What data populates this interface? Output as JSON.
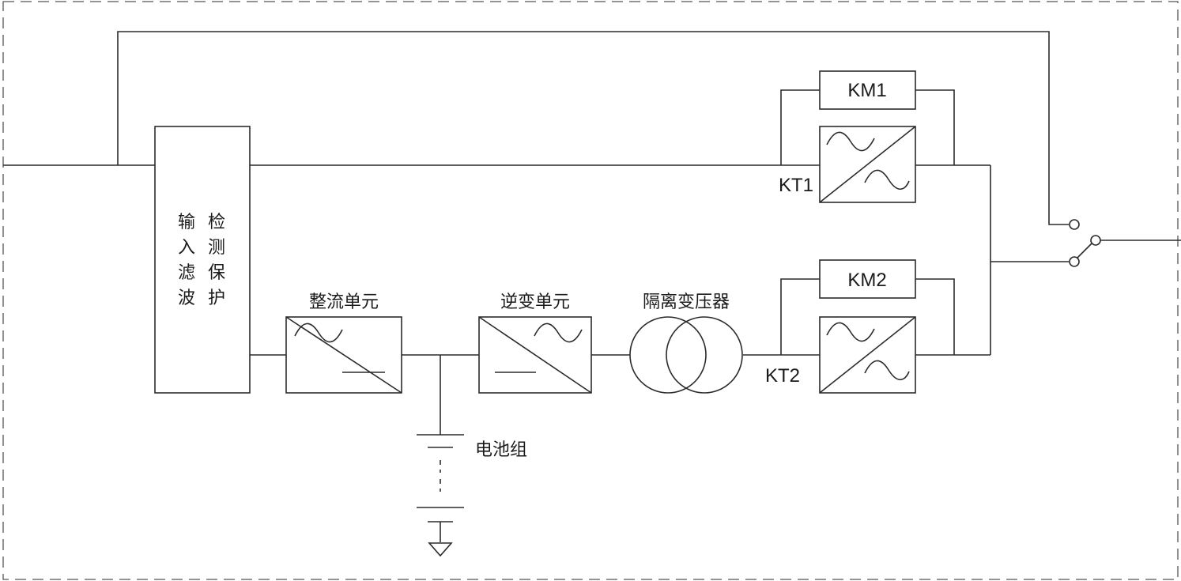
{
  "diagram": {
    "input_module": {
      "col1": [
        "输",
        "入",
        "滤",
        "波"
      ],
      "col2": [
        "检",
        "测",
        "保",
        "护"
      ]
    },
    "rectifier_label": "整流单元",
    "inverter_label": "逆变单元",
    "transformer_label": "隔离变压器",
    "battery_label": "电池组",
    "contactors": [
      "KM1",
      "KM2"
    ],
    "thyristors": [
      "KT1",
      "KT2"
    ]
  }
}
